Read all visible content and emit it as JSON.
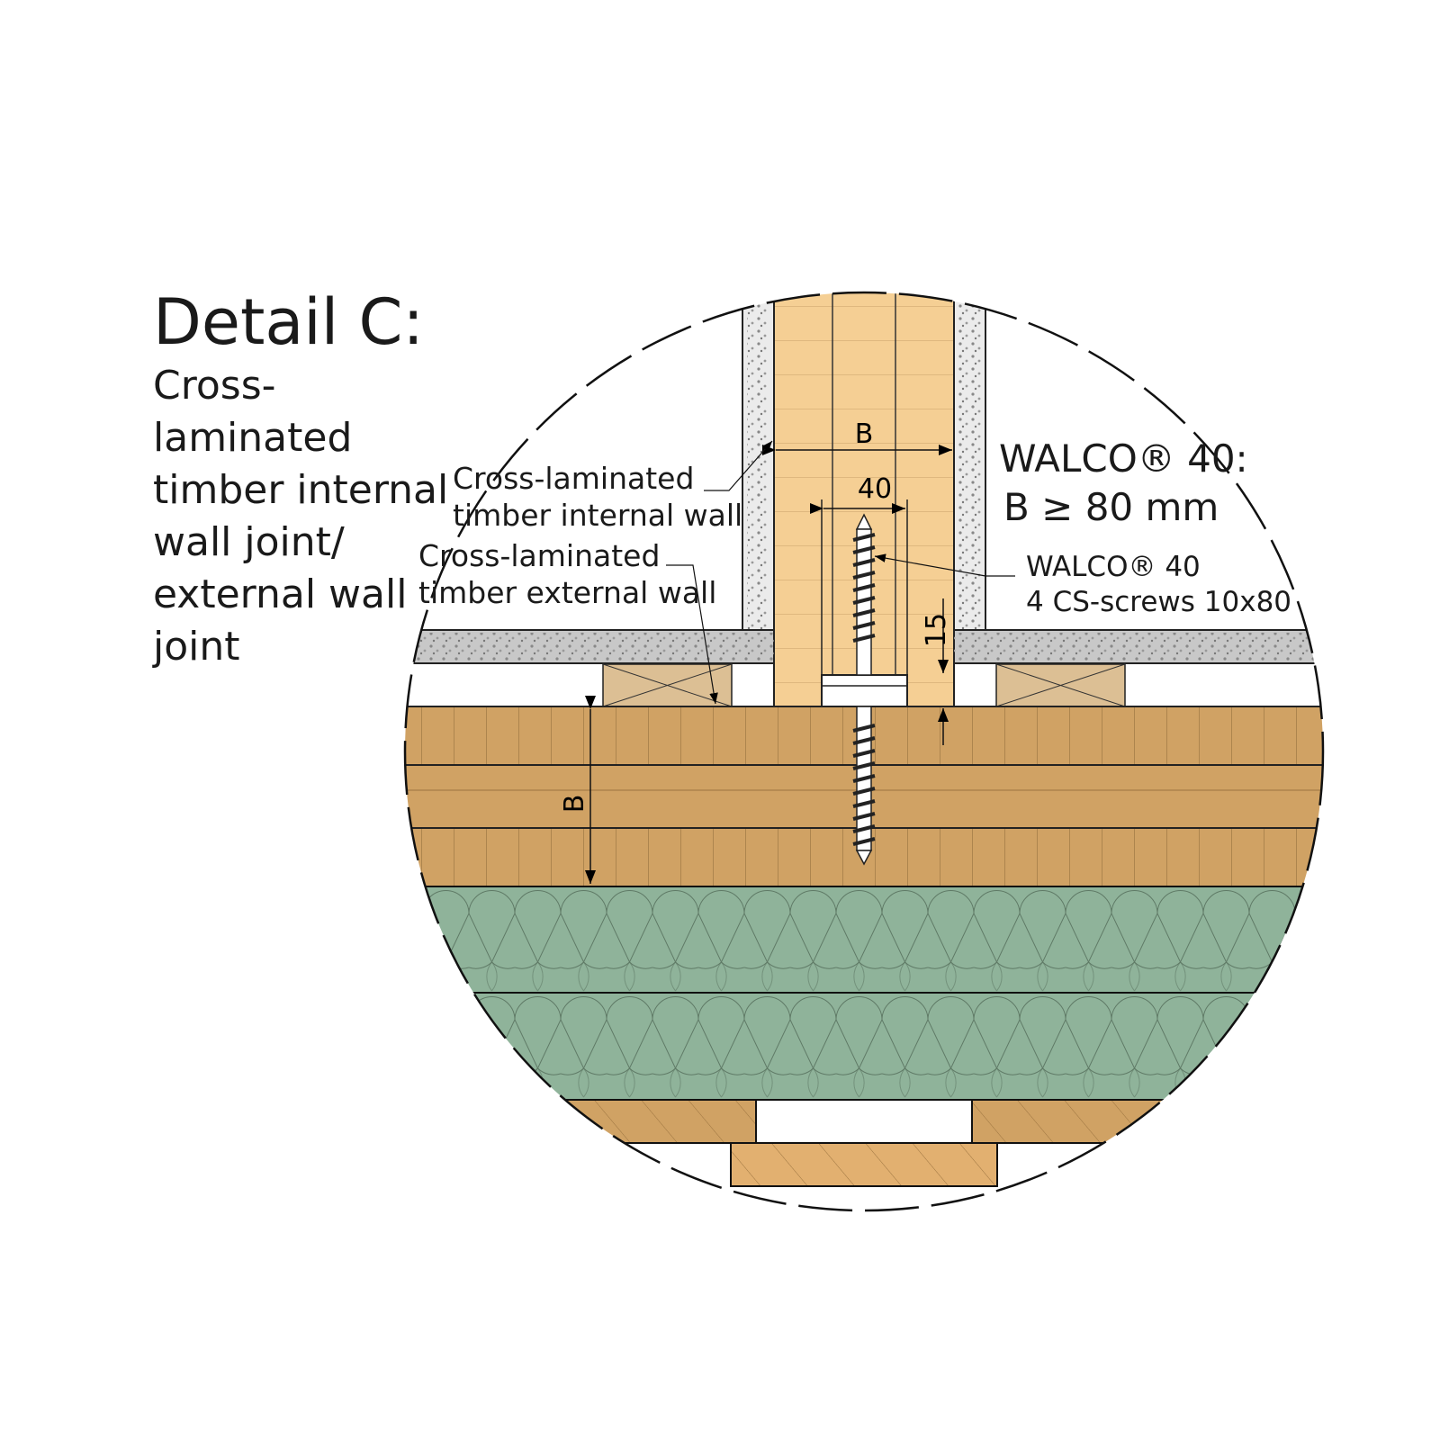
{
  "title": "Detail C:",
  "subtitle": "Cross-laminated timber internal wall joint/ external wall joint",
  "labels": {
    "internal_wall": [
      "Cross-laminated",
      "timber internal wall"
    ],
    "external_wall": [
      "Cross-laminated",
      "timber external wall"
    ],
    "product_spec": [
      "WALCO® 40:",
      "B ≥ 80 mm"
    ],
    "screw_spec": [
      "WALCO® 40",
      "4 CS-screws 10x80"
    ]
  },
  "dimensions": {
    "wall_width": "B",
    "bracket_width": "40",
    "gap": "15",
    "ext_wall_thickness": "B"
  },
  "colors": {
    "internal_clt": "#f5cf94",
    "external_clt": "#d0a264",
    "insulation": "#8fb39a",
    "screed": "#c8c8c8",
    "plasterboard": "#ebebeb",
    "batten": "#dcbf94",
    "board": "#e2b070"
  }
}
